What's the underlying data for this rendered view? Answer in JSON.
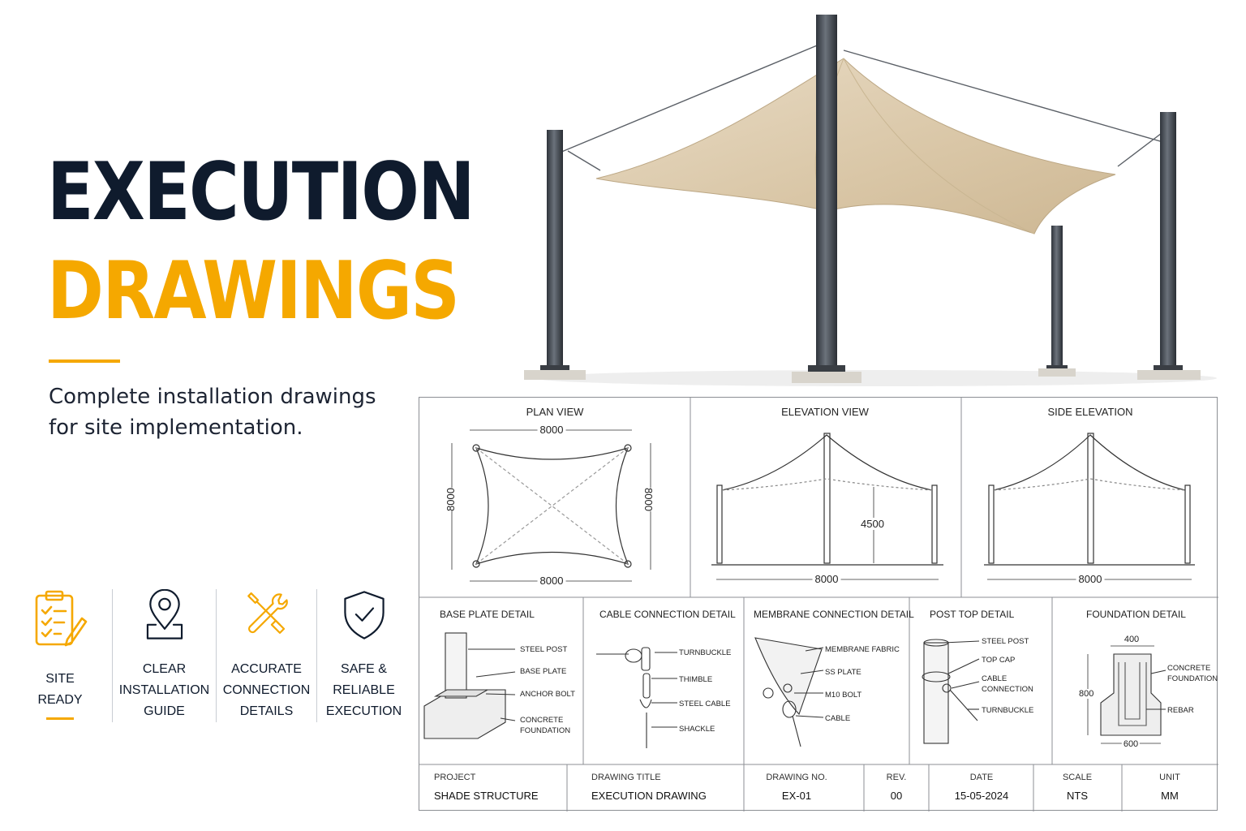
{
  "hero": {
    "title_line1": "EXECUTION",
    "title_line2": "DRAWINGS",
    "subtitle": "Complete installation drawings for site implementation."
  },
  "colors": {
    "navy": "#0f1b2d",
    "accent": "#f5a800",
    "membrane": "#e2d3bb",
    "post": "#4a4f57"
  },
  "features": [
    {
      "icon": "clipboard-checklist-icon",
      "label": "SITE\nREADY"
    },
    {
      "icon": "location-pin-icon",
      "label": "CLEAR\nINSTALLATION\nGUIDE"
    },
    {
      "icon": "wrench-screwdriver-icon",
      "label": "ACCURATE\nCONNECTION\nDETAILS"
    },
    {
      "icon": "shield-check-icon",
      "label": "SAFE &\nRELIABLE\nEXECUTION"
    }
  ],
  "views": {
    "plan": {
      "title": "PLAN VIEW",
      "dim_top": "8000",
      "dim_bottom": "8000",
      "dim_left": "8000",
      "dim_right": "8000"
    },
    "elevation": {
      "title": "ELEVATION VIEW",
      "dim_height": "4500",
      "dim_width": "8000"
    },
    "side": {
      "title": "SIDE ELEVATION",
      "dim_width": "8000"
    }
  },
  "details": {
    "base_plate": {
      "title": "BASE PLATE DETAIL",
      "callouts": [
        "STEEL POST",
        "BASE PLATE",
        "ANCHOR BOLT",
        "CONCRETE\nFOUNDATION"
      ]
    },
    "cable": {
      "title": "CABLE CONNECTION DETAIL",
      "callouts": [
        "TURNBUCKLE",
        "THIMBLE",
        "STEEL CABLE",
        "SHACKLE"
      ]
    },
    "membrane": {
      "title": "MEMBRANE CONNECTION DETAIL",
      "callouts": [
        "MEMBRANE FABRIC",
        "SS PLATE",
        "M10 BOLT",
        "CABLE"
      ]
    },
    "post_top": {
      "title": "POST TOP DETAIL",
      "callouts": [
        "STEEL POST",
        "TOP CAP",
        "CABLE\nCONNECTION",
        "TURNBUCKLE"
      ]
    },
    "foundation": {
      "title": "FOUNDATION DETAIL",
      "dim_top": "400",
      "dim_side": "800",
      "dim_bottom": "600",
      "callouts": [
        "CONCRETE\nFOUNDATION",
        "REBAR"
      ]
    }
  },
  "title_block": {
    "project_label": "PROJECT",
    "project": "SHADE STRUCTURE",
    "drawing_title_label": "DRAWING TITLE",
    "drawing_title": "EXECUTION DRAWING",
    "drawing_no_label": "DRAWING NO.",
    "drawing_no": "EX-01",
    "rev_label": "REV.",
    "rev": "00",
    "date_label": "DATE",
    "date": "15-05-2024",
    "scale_label": "SCALE",
    "scale": "NTS",
    "unit_label": "UNIT",
    "unit": "MM"
  }
}
